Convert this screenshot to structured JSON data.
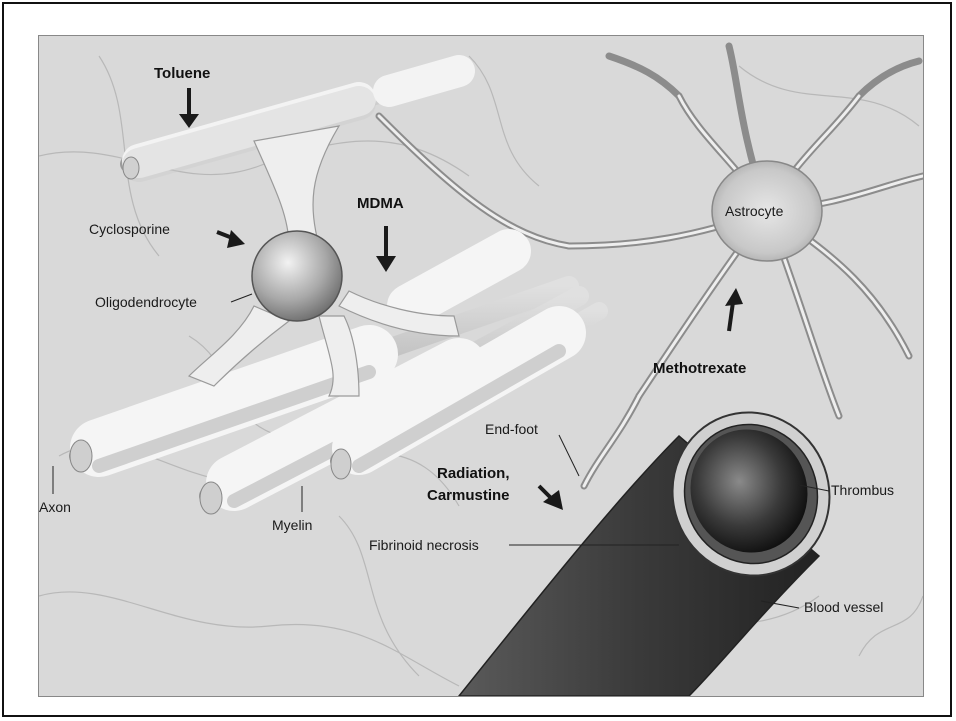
{
  "labels": {
    "toluene": "Toluene",
    "cyclosporine": "Cyclosporine",
    "oligodendrocyte": "Oligodendrocyte",
    "mdma": "MDMA",
    "astrocyte": "Astrocyte",
    "methotrexate": "Methotrexate",
    "end_foot": "End-foot",
    "radiation": "Radiation,",
    "carmustine": "Carmustine",
    "thrombus": "Thrombus",
    "fibrinoid_necrosis": "Fibrinoid necrosis",
    "blood_vessel": "Blood vessel",
    "axon": "Axon",
    "myelin": "Myelin"
  },
  "colors": {
    "background": "#d9d9d9",
    "myelin": "#f4f4f4",
    "vessel": "#3a3a3a",
    "lumen": "#1c1c1c"
  }
}
